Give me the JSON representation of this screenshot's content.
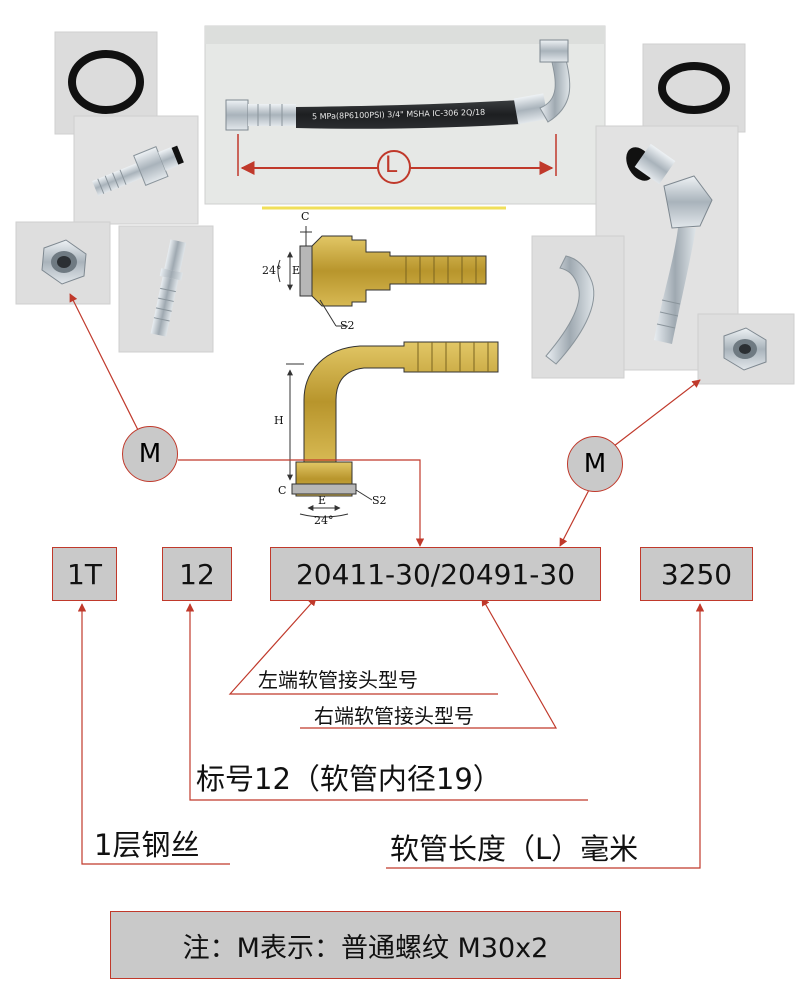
{
  "hose_photo": {
    "length_symbol": "L",
    "print": "5 MPa(8P6100PSI) 3/4\" MSHA IC-306 2Q/18"
  },
  "drawing1": {
    "label_c": "C",
    "label_angle": "24°",
    "label_e": "E",
    "label_s2": "S2"
  },
  "drawing2": {
    "label_h": "H",
    "label_c": "C",
    "label_e": "E",
    "label_angle": "24°",
    "label_s2": "S2"
  },
  "markers": {
    "left_m": "M",
    "right_m": "M"
  },
  "code_boxes": {
    "layers": "1T",
    "size": "12",
    "fittings": "20411-30/20491-30",
    "length": "3250"
  },
  "annotations": {
    "left_fitting": "左端软管接头型号",
    "right_fitting": "右端软管接头型号",
    "size_meaning": "标号12（软管内径19）",
    "layers_meaning": "1层钢丝",
    "length_meaning": "软管长度（L）毫米"
  },
  "note": {
    "text": "注：M表示：普通螺纹 M30x2"
  },
  "colors": {
    "accent": "#c0392b",
    "box_fill": "#c9c9c9",
    "brass": "#c9a83a",
    "steel": "#b9c2c9"
  }
}
